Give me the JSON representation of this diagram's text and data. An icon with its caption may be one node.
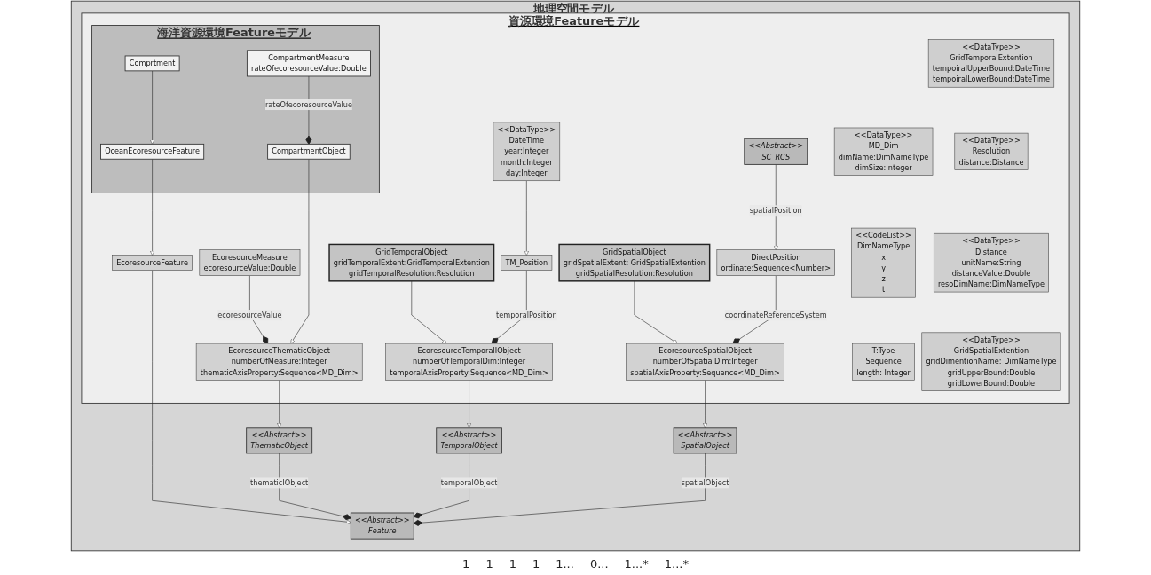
{
  "diagram": {
    "nodes": [
      {
        "text": [
          "地理空間モデル"
        ]
      },
      {
        "text": [
          "<<Abstract>>",
          "Feature"
        ],
        "in": 0
      },
      {
        "text": [
          "<<Abstract>>",
          "TemporalObject"
        ],
        "in": 0
      },
      {
        "text": [
          "<<Abstract>>",
          "SpatialObject"
        ],
        "in": 0
      },
      {
        "text": [
          "<<Abstract>>",
          "ThematicObject"
        ],
        "in": 0
      },
      {
        "text": [
          "資源環境Featureモデル"
        ],
        "in": 0
      },
      {
        "text": [
          "EcoresourceFeature"
        ],
        "in": 5
      },
      {
        "text": [
          "EcoresourceTemporalIObject",
          "numberOfTemporalDim:Integer",
          "temporalAxisProperty:Sequence<MD_Dim>"
        ],
        "in": 5
      },
      {
        "text": [
          "EcoresourceSpatialObject",
          "numberOfSpatialDim:Integer",
          "spatialAxisProperty:Sequence<MD_Dim>"
        ],
        "in": 5
      },
      {
        "text": [
          "EcoresourceThematicObject",
          "numberOfMeasure:Integer",
          "thematicAxisProperty:Sequence<MD_Dim>"
        ],
        "in": 5
      },
      {
        "text": [
          "<<DataType>>",
          "MD_Dim",
          "dimName:DimNameType",
          "dimSize:Integer"
        ],
        "in": 5
      },
      {
        "text": [
          "<<DataType>>",
          "DateTime",
          "year:Integer",
          "month:Integer",
          "day:Integer"
        ],
        "in": 5
      },
      {
        "text": [
          "TM_Position"
        ],
        "in": 5
      },
      {
        "text": [
          "DirectPosition",
          "ordinate:Sequence<Number>"
        ],
        "in": 5
      },
      {
        "text": [
          "EcoresourceMeasure",
          "ecoresourceValue:Double"
        ],
        "in": 5
      },
      {
        "text": [
          "T:Type",
          "Sequence",
          "length: Integer"
        ],
        "in": 5
      },
      {
        "text": [
          "<<Abstract>>",
          "SC_RCS"
        ],
        "in": 5
      },
      {
        "text": [
          "GridTemporalObject",
          "gridTemporalExtent:GridTemporalExtention",
          "gridTemporalResolution:Resolution"
        ],
        "in": 5
      },
      {
        "text": [
          "GridSpatialObject",
          "gridSpatialExtent: GridSpatialExtention",
          "gridSpatialResolution:Resolution"
        ],
        "in": 5
      },
      {
        "text": [
          "<<CodeList>>",
          "DimNameType",
          "x",
          "y",
          "z",
          "t"
        ],
        "in": 5
      },
      {
        "text": [
          "海洋資源環境Featureモデル"
        ],
        "in": 5
      },
      {
        "text": [
          "OceanEcoresourceFeature"
        ],
        "in": 20
      },
      {
        "text": [
          "<<DataType>>",
          "GridTemporalExtention",
          "tempoiralUpperBound:DateTime",
          "tempoiralLowerBound:DateTime"
        ],
        "in": 5
      },
      {
        "text": [
          "CompartmentObject"
        ],
        "in": 20
      },
      {
        "text": [
          "Comprtment"
        ],
        "in": 20
      },
      {
        "text": [
          "<<DataType>>",
          "Resolution",
          "distance:Distance"
        ],
        "in": 5
      },
      {
        "text": [
          "<<DataType>>",
          "Distance",
          "unitName:String",
          "distanceValue:Double",
          "resoDimName:DimNameType"
        ],
        "in": 5
      },
      {
        "text": [
          "<<DataType>>",
          "GridSpatialExtention",
          "gridDimentionName: DimNameType",
          "gridUpperBound:Double",
          "gridLowerBound:Double"
        ],
        "in": 5
      },
      {
        "text": [
          "CompartmentMeasure",
          "rateOfecoresourceValue:Double"
        ],
        "in": 20
      }
    ],
    "edges": [
      {
        "from": 2,
        "to": 1,
        "arrow": "other",
        "label": "temporalObject"
      },
      {
        "from": 3,
        "to": 1,
        "arrow": "other",
        "label": "spatialObject"
      },
      {
        "from": 4,
        "to": 1,
        "arrow": "other",
        "label": "thematicIObject"
      },
      {
        "from": 6,
        "to": 1,
        "arrow": "to"
      },
      {
        "from": 9,
        "to": 4,
        "arrow": "to"
      },
      {
        "from": 7,
        "to": 2,
        "arrow": "to"
      },
      {
        "from": 8,
        "to": 3,
        "arrow": "to"
      },
      {
        "from": 21,
        "to": 6,
        "arrow": "to"
      },
      {
        "from": 14,
        "to": 9,
        "arrow": "other",
        "label": "ecoresourceValue"
      },
      {
        "from": 23,
        "to": 9,
        "arrow": "to"
      },
      {
        "from": 12,
        "to": 7,
        "arrow": "other",
        "label": "temporalPosition"
      },
      {
        "from": 11,
        "to": 12,
        "arrow": "to"
      },
      {
        "from": 17,
        "to": 7,
        "arrow": "to"
      },
      {
        "from": 13,
        "to": 8,
        "arrow": "other",
        "label": "coordinateReferenceSystem"
      },
      {
        "from": 16,
        "to": 13,
        "arrow": "to",
        "label": "spatialPosition"
      },
      {
        "from": 18,
        "to": 8,
        "arrow": "to"
      },
      {
        "from": 24,
        "to": 21,
        "arrow": "to"
      },
      {
        "from": 28,
        "to": 23,
        "arrow": "other",
        "label": "rateOfecoresourceValue"
      }
    ],
    "labels": [
      "1",
      "1",
      "1",
      "1",
      "1...",
      "0...",
      "1...*",
      "1...*"
    ]
  }
}
